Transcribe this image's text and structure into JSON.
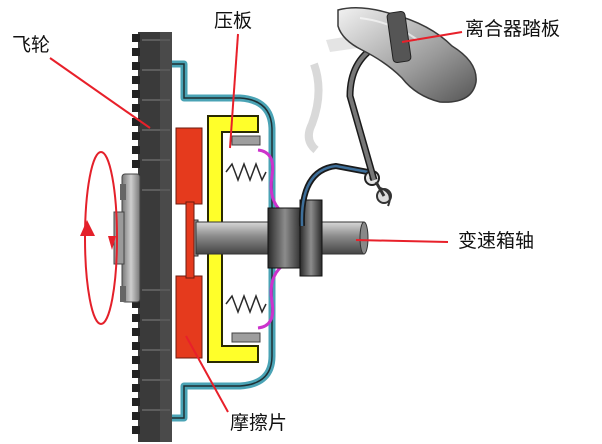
{
  "labels": {
    "flywheel": "飞轮",
    "pressure_plate": "压板",
    "clutch_pedal": "离合器踏板",
    "transmission_shaft": "变速箱轴",
    "friction_plate": "摩擦片"
  },
  "colors": {
    "leader_line": "#e8202a",
    "pressure_plate": "#ffff2a",
    "friction_plate": "#e53a1d",
    "cover": "#4aa3b5",
    "spring": "#cc33cc",
    "rotation_arrow": "#e4202a"
  }
}
